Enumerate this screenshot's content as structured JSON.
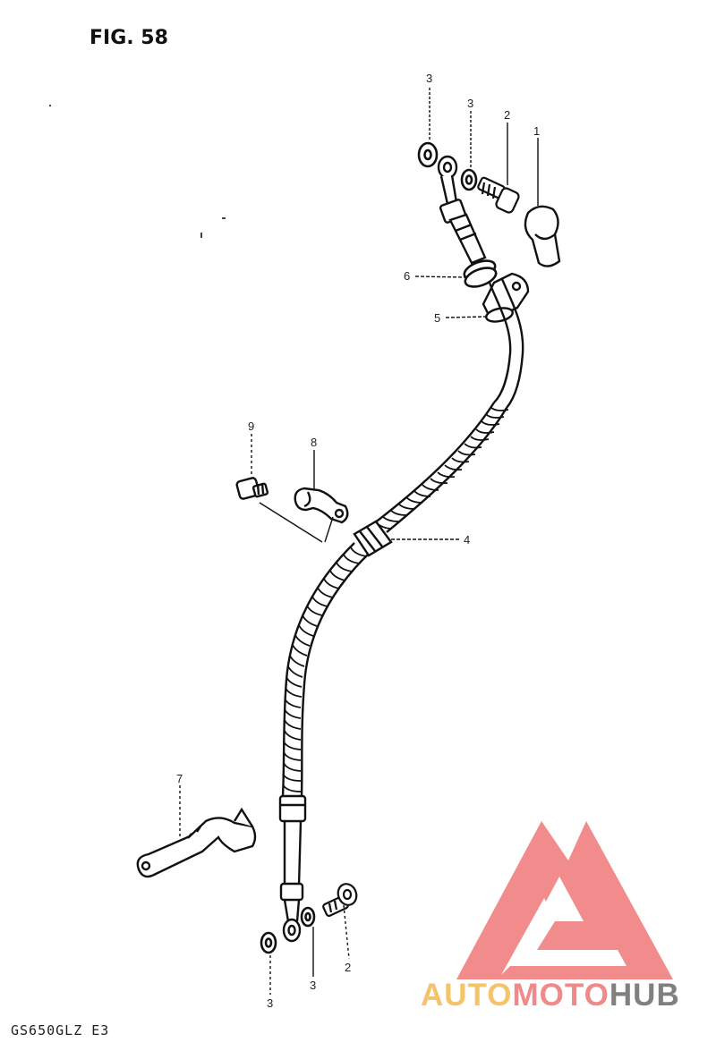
{
  "figure": {
    "title": "FIG. 58",
    "model_code": "GS650GLZ E3"
  },
  "callouts": [
    {
      "id": "c1",
      "label": "1"
    },
    {
      "id": "c2a",
      "label": "2"
    },
    {
      "id": "c2b",
      "label": "2"
    },
    {
      "id": "c3a",
      "label": "3"
    },
    {
      "id": "c3b",
      "label": "3"
    },
    {
      "id": "c3c",
      "label": "3"
    },
    {
      "id": "c3d",
      "label": "3"
    },
    {
      "id": "c4",
      "label": "4"
    },
    {
      "id": "c5",
      "label": "5"
    },
    {
      "id": "c6",
      "label": "6"
    },
    {
      "id": "c7",
      "label": "7"
    },
    {
      "id": "c8",
      "label": "8"
    },
    {
      "id": "c9",
      "label": "9"
    }
  ],
  "watermark": {
    "word_1": "AUTO",
    "word_2": "MOTO",
    "word_3": "HUB",
    "colors": {
      "logo": "#f28b8b",
      "auto": "#f5c36b",
      "moto": "#f08a8a",
      "hub": "#808080"
    }
  }
}
